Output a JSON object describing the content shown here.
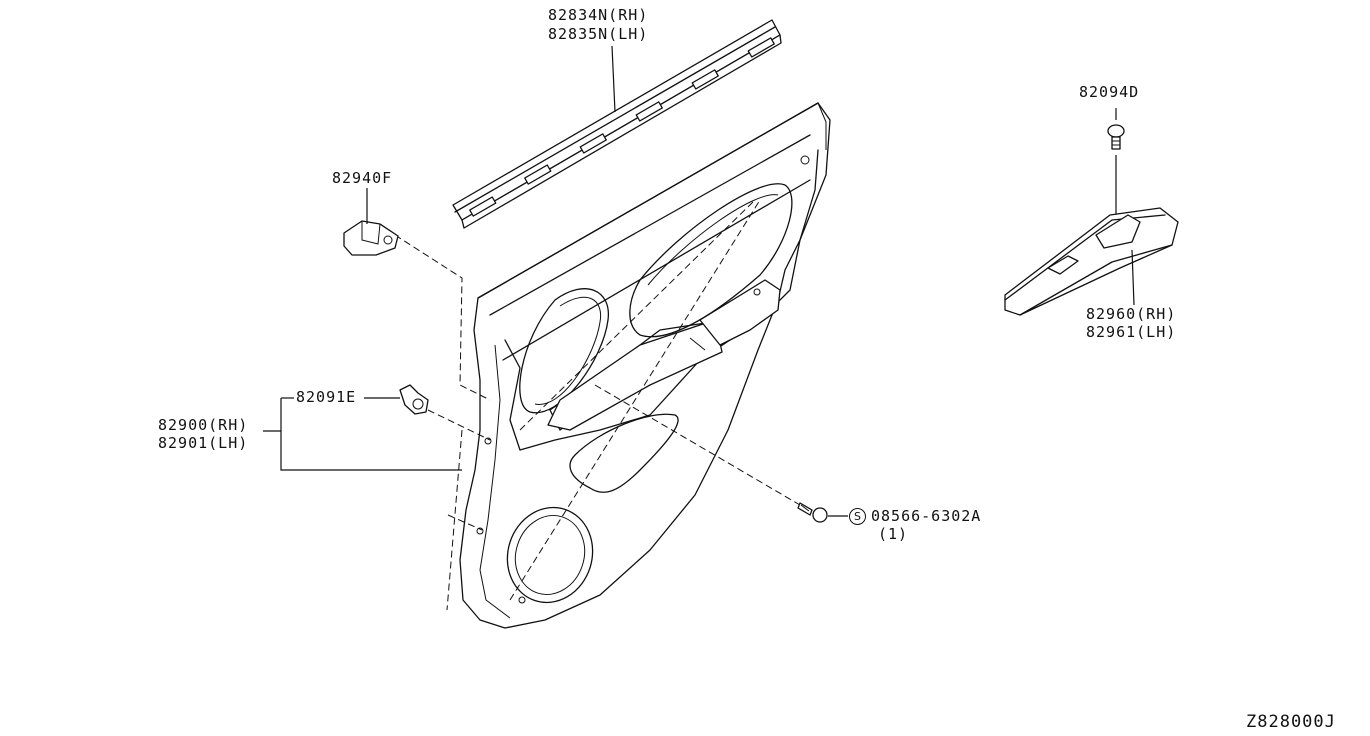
{
  "diagram": {
    "ref_code": "Z828000J",
    "parts": {
      "finisher_strip_rh": "82834N(RH)",
      "finisher_strip_lh": "82835N(LH)",
      "clip_f": "82940F",
      "switch_finisher_screw": "82094D",
      "switch_finisher_rh": "82960(RH)",
      "switch_finisher_lh": "82961(LH)",
      "clip_e": "82091E",
      "door_finisher_rh": "82900(RH)",
      "door_finisher_lh": "82901(LH)",
      "screw_symbol": "S",
      "screw_part": "08566-6302A",
      "screw_qty": "(1)"
    }
  }
}
